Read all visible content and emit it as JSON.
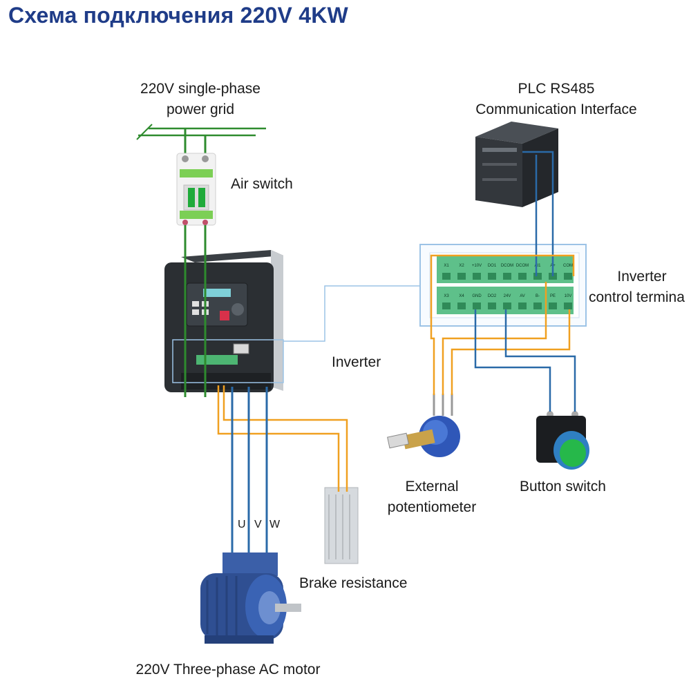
{
  "title": "Схема подключения 220V 4KW",
  "labels": {
    "grid_line1": "220V single-phase",
    "grid_line2": "power grid",
    "air_switch": "Air switch",
    "plc_line1": "PLC RS485",
    "plc_line2": "Communication Interface",
    "control_line1": "Inverter",
    "control_line2": "control termina",
    "inverter": "Inverter",
    "pot_line1": "External",
    "pot_line2": "potentiometer",
    "button_switch": "Button switch",
    "brake": "Brake resistance",
    "motor": "220V Three-phase AC motor",
    "u": "U",
    "v": "V",
    "w": "W"
  },
  "terminals": {
    "top_row": [
      "X1",
      "X2",
      "+10V",
      "DO1",
      "DCOM",
      "DCOM",
      "AI1",
      "A+",
      "COM"
    ],
    "bottom_row": [
      "X3",
      "X4",
      "GND",
      "DO2",
      "24V",
      "AV",
      "B-",
      "PE",
      "10V"
    ]
  },
  "colors": {
    "title": "#1f3c88",
    "wire_green": "#2e8b2e",
    "wire_blue": "#2a6aa8",
    "wire_orange": "#f0a020",
    "terminal_green": "#5ec08a",
    "inverter_body": "#2b2f33",
    "frame_blue": "#9cc3e6"
  }
}
